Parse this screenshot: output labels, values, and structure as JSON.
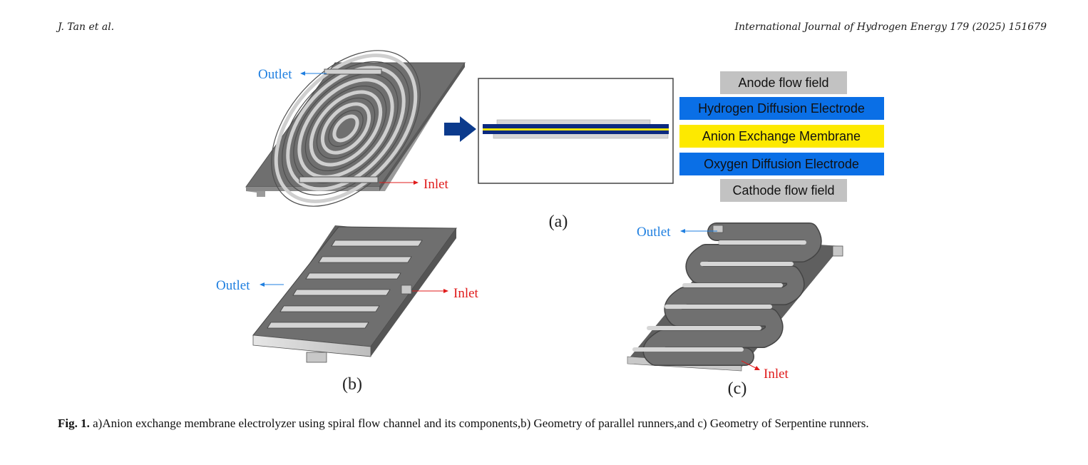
{
  "header": {
    "left": "J. Tan et al.",
    "right": "International Journal of Hydrogen Energy 179 (2025) 151679"
  },
  "figure": {
    "panels": [
      {
        "id": "a",
        "label": "(a)",
        "outlet": "Outlet",
        "inlet": "Inlet",
        "flow_field": "spiral"
      },
      {
        "id": "b",
        "label": "(b)",
        "outlet": "Outlet",
        "inlet": "Inlet",
        "flow_field": "parallel"
      },
      {
        "id": "c",
        "label": "(c)",
        "outlet": "Outlet",
        "inlet": "Inlet",
        "flow_field": "serpentine"
      }
    ],
    "legend": [
      {
        "label": "Anode flow field",
        "color": "#c2c2c2"
      },
      {
        "label": "Hydrogen Diffusion Electrode",
        "color": "#0a6fe6"
      },
      {
        "label": "Anion Exchange Membrane",
        "color": "#fde900"
      },
      {
        "label": "Oxygen Diffusion Electrode",
        "color": "#0a6fe6"
      },
      {
        "label": "Cathode flow field",
        "color": "#c2c2c2"
      }
    ],
    "colors": {
      "outlet": "#1f7fe0",
      "inlet": "#e01b1b",
      "arrow": "#0b3a8c",
      "plate": "#6f6f6f",
      "channel": "#d9d9d9"
    }
  },
  "caption": {
    "label": "Fig. 1.",
    "text": " a)Anion exchange membrane electrolyzer using spiral flow channel and its components,b) Geometry of parallel runners,and c) Geometry of Serpentine runners."
  }
}
